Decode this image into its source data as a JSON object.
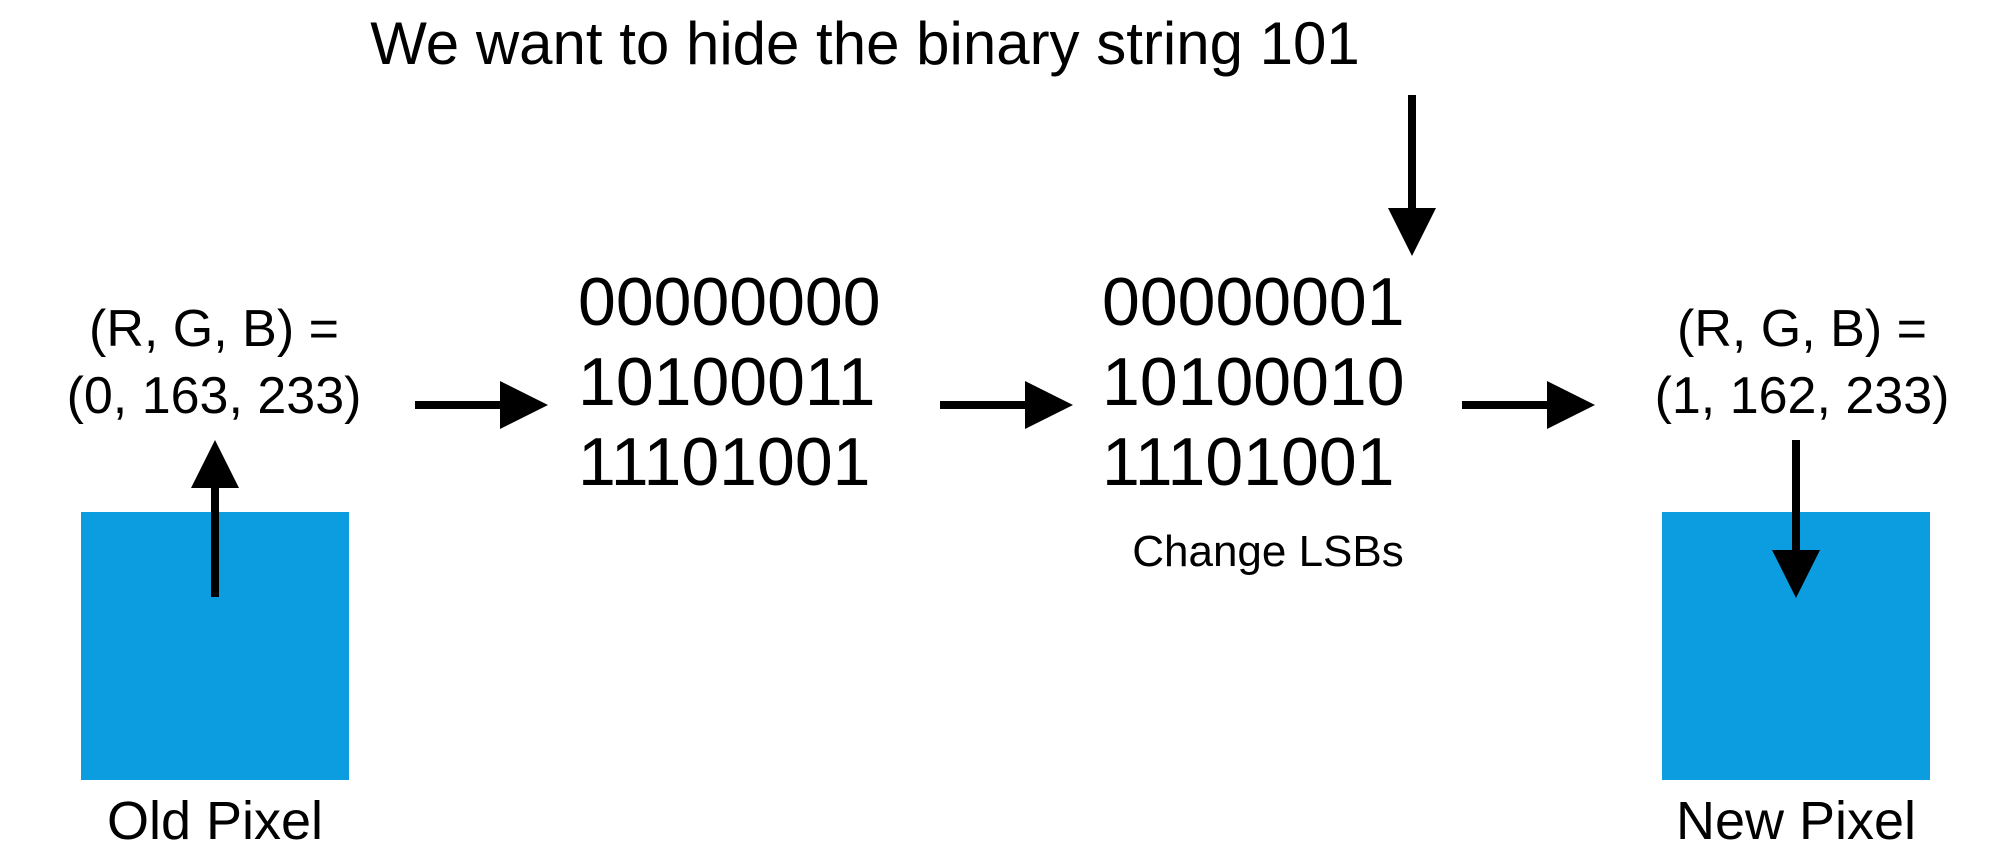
{
  "title": "We want to hide the binary string 101",
  "old_pixel": {
    "rgb_label": "(R, G, B) =",
    "rgb_values": "(0, 163, 233)",
    "color": "#0b9de0",
    "label": "Old Pixel"
  },
  "original_binary": [
    "00000000",
    "10100011",
    "11101001"
  ],
  "modified_binary": [
    "00000001",
    "10100010",
    "11101001"
  ],
  "change_caption": "Change LSBs",
  "new_pixel": {
    "rgb_label": "(R, G, B) =",
    "rgb_values": "(1, 162, 233)",
    "color": "#0b9de0",
    "label": "New Pixel"
  }
}
